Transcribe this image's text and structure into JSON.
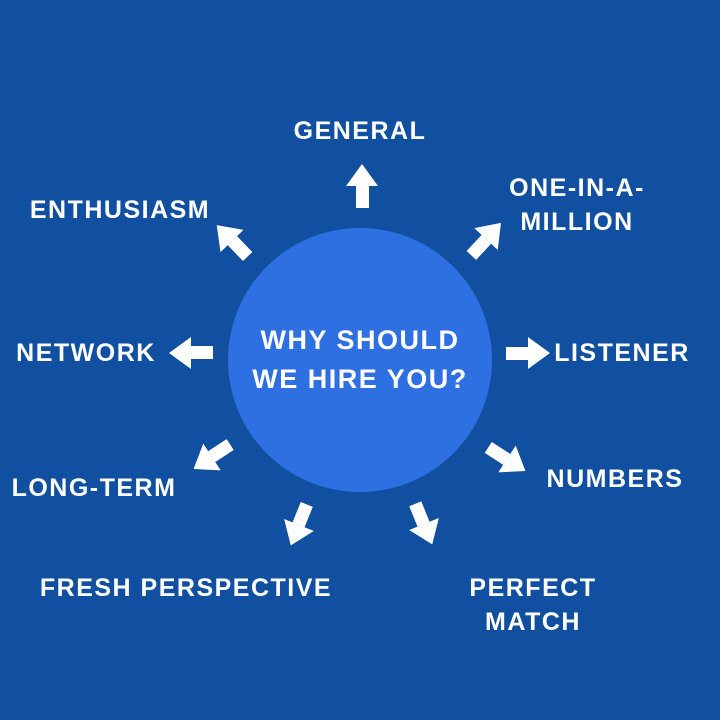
{
  "colors": {
    "background": "#114fa0",
    "circle": "#2e70e2",
    "text": "#ffffff"
  },
  "diagram": {
    "center_text": "WHY SHOULD\nWE HIRE YOU?",
    "items": [
      {
        "label": "GENERAL"
      },
      {
        "label": "ONE-IN-A-\nMILLION"
      },
      {
        "label": "ENTHUSIASM"
      },
      {
        "label": "NETWORK"
      },
      {
        "label": "LISTENER"
      },
      {
        "label": "LONG-TERM"
      },
      {
        "label": "NUMBERS"
      },
      {
        "label": "FRESH PERSPECTIVE"
      },
      {
        "label": "PERFECT MATCH"
      }
    ]
  }
}
